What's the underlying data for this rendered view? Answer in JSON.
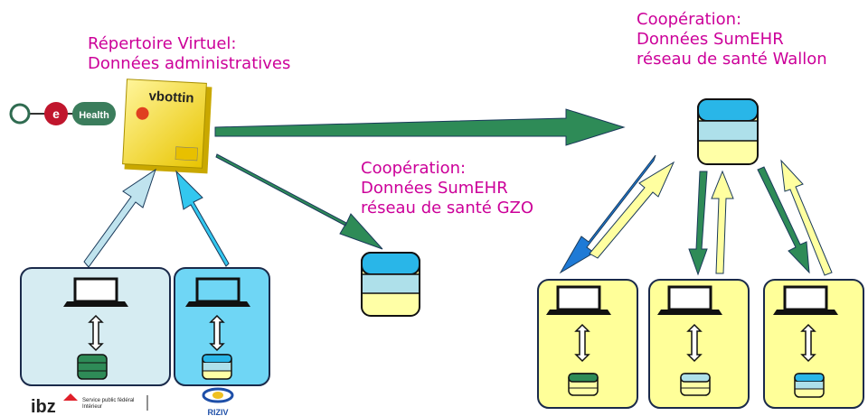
{
  "labels": {
    "repertoire": [
      "Répertoire Virtuel:",
      "Données administratives"
    ],
    "gzo": [
      "Coopération:",
      "Données SumEHR",
      "réseau de santé GZO"
    ],
    "wallon": [
      "Coopération:",
      "Données SumEHR",
      "réseau de santé Wallon"
    ]
  },
  "logos": {
    "ehealth": {
      "letter": "e",
      "word": "Health"
    },
    "vbottin": "vbottin",
    "ibz": {
      "abbr": "ibz",
      "line1": "Service public fédéral",
      "line2": "Intérieur"
    },
    "riziv": "RIZIV"
  },
  "colors": {
    "magenta": "#cc0099",
    "arrow_green": "#2e8b57",
    "arrow_blue": "#1e7ad6",
    "arrow_yellow": "#ffffa0",
    "arrow_pale": "#bfe3ee",
    "arrow_cyan": "#33c7ef",
    "box_pale": "#d6ecf2",
    "box_cyan": "#6fd6f5",
    "box_yellow": "#ffff99",
    "db_top": "#29b6e8",
    "db_mid": "#aee0ea",
    "db_bottom": "#ffffa6"
  }
}
